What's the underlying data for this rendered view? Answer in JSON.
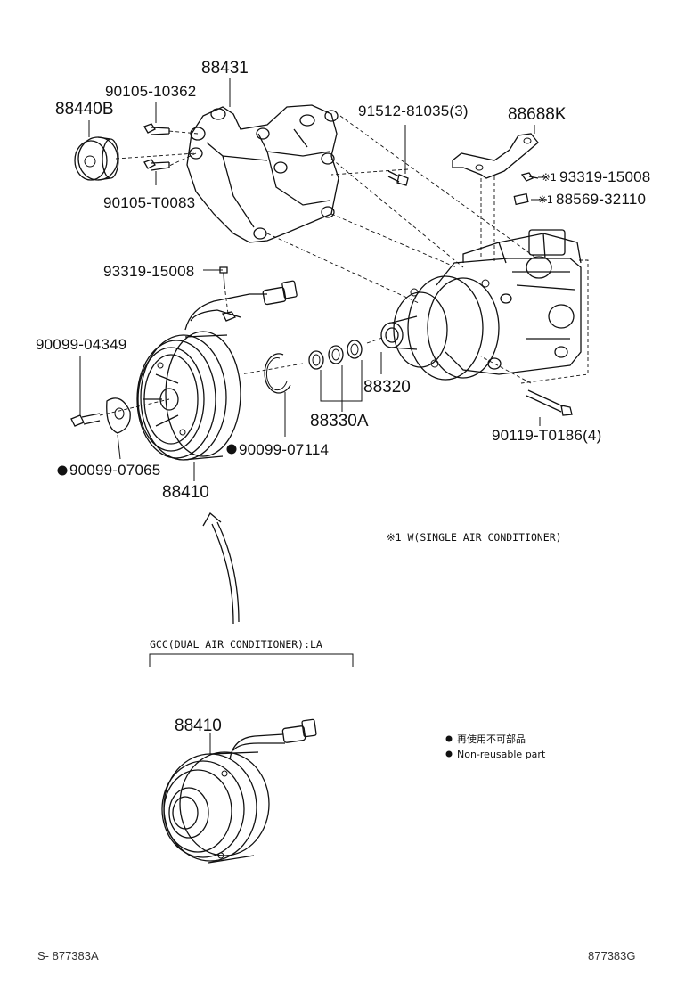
{
  "parts": {
    "bracket": "88431",
    "idler_pulley": "88440B",
    "bolt_upper": "90105-10362",
    "bolt_lower": "90105-T0083",
    "stud_bolt": "91512-81035(3)",
    "harness_bracket": "88688K",
    "screw_single": "93319-15008",
    "clamp_single": "88569-32110",
    "screw_clutch": "93319-15008",
    "bolt_clutch": "90099-04349",
    "compressor": "88320",
    "shims": "88330A",
    "snap_ring": "90099-07114",
    "through_bolt": "90119-T0186(4)",
    "plate": "90099-07065",
    "clutch_assy": "88410",
    "clutch_assy_lower": "88410"
  },
  "notes": {
    "mark1_left": "※1",
    "mark1_right": "※1",
    "mark1_note": "※1 W(SINGLE AIR CONDITIONER)",
    "variant_label": "GCC(DUAL AIR CONDITIONER):LA"
  },
  "legend": {
    "jp": "再使用不可部品",
    "en": "Non-reusable part"
  },
  "codes": {
    "left": "S- 877383A",
    "right": "877383G"
  }
}
